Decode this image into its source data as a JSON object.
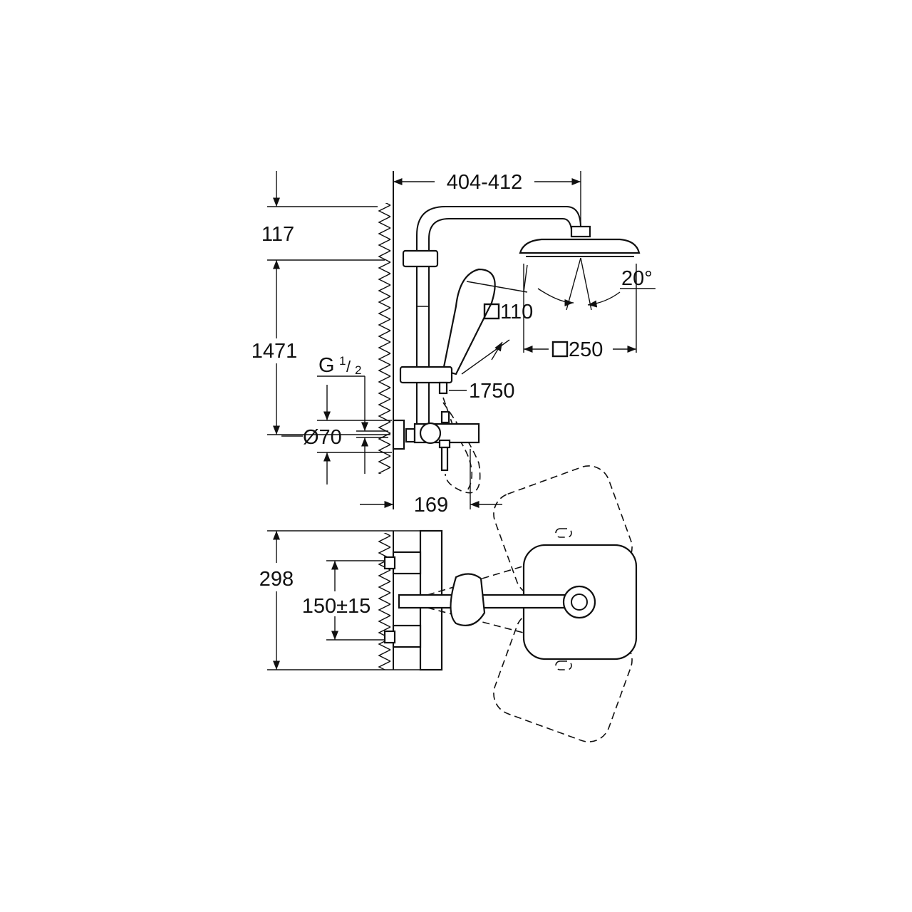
{
  "drawing": {
    "title": "Shower system dimension drawing",
    "dimensions": {
      "arm_projection": "404-412",
      "head_top_offset": "117",
      "mixer_to_head_height": "1471",
      "thread": "G",
      "thread_fraction_num": "1",
      "thread_fraction_den": "2",
      "flange_diameter": "Ø70",
      "hand_shower_size": "110",
      "head_shower_size": "250",
      "tilt_angle": "20°",
      "hose_length": "1750",
      "mixer_projection": "169",
      "top_view_depth": "298",
      "inlet_centres": "150±15"
    }
  }
}
